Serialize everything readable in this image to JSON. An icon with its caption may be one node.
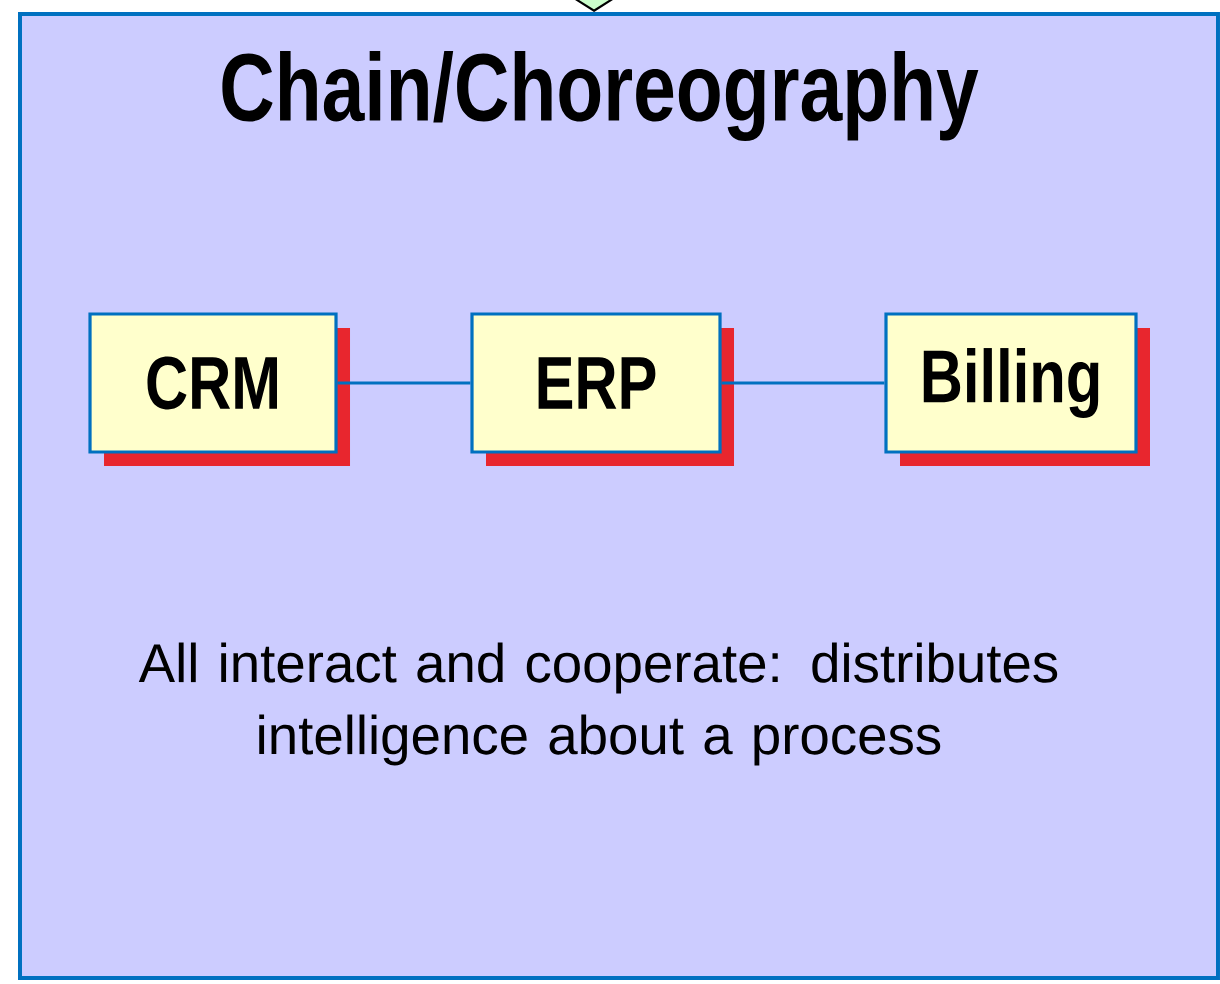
{
  "diagram": {
    "nodes": [
      {
        "text": [
          "Chain/Choreography",
          "All interact and cooperate: distributes intelligence about a process"
        ]
      },
      {
        "text": [
          "CRM"
        ],
        "in": 0
      },
      {
        "text": [
          "ERP"
        ],
        "in": 0
      },
      {
        "text": [
          "Billing"
        ],
        "in": 0
      }
    ],
    "edges": [
      {
        "from": null,
        "to": 0,
        "arrow": "to"
      },
      {
        "from": 1,
        "to": 2,
        "arrow": "none"
      },
      {
        "from": 2,
        "to": 3,
        "arrow": "none"
      }
    ]
  }
}
